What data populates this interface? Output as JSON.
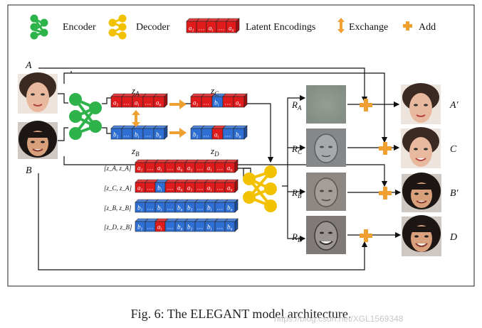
{
  "legend": {
    "encoder": "Encoder",
    "decoder": "Decoder",
    "latent": "Latent Encodings",
    "exchange": "Exchange",
    "add": "Add"
  },
  "inputs": [
    {
      "id": "A",
      "label": "A",
      "kind": "light"
    },
    {
      "id": "B",
      "label": "B",
      "kind": "dark"
    }
  ],
  "latent_pairs": {
    "zA": {
      "label": "z_A",
      "cells": [
        "a1",
        "…",
        "ai",
        "…",
        "an"
      ],
      "color": "red"
    },
    "zB": {
      "label": "z_B",
      "cells": [
        "b1",
        "…",
        "bi",
        "…",
        "bn"
      ],
      "color": "blue"
    },
    "zC": {
      "label": "z_C",
      "cells": [
        "a1",
        "…",
        "bi",
        "…",
        "an"
      ],
      "color": "red",
      "swap_index": 2
    },
    "zD": {
      "label": "z_D",
      "cells": [
        "b1",
        "…",
        "ai",
        "…",
        "bn"
      ],
      "color": "blue",
      "swap_index": 2
    }
  },
  "concat_rows": [
    {
      "label": "[z_A, z_A]",
      "cells": [
        "a1",
        "…",
        "ai",
        "…",
        "an",
        "a1",
        "…",
        "ai",
        "…",
        "an"
      ],
      "color": "red"
    },
    {
      "label": "[z_C, z_A]",
      "cells": [
        "a1",
        "…",
        "bi",
        "…",
        "an",
        "a1",
        "…",
        "ai",
        "…",
        "an"
      ],
      "color": "red",
      "swap_index": 2
    },
    {
      "label": "[z_B, z_B]",
      "cells": [
        "b1",
        "…",
        "bi",
        "…",
        "bn",
        "b1",
        "…",
        "bi",
        "…",
        "bn"
      ],
      "color": "blue"
    },
    {
      "label": "[z_D, z_B]",
      "cells": [
        "b1",
        "…",
        "ai",
        "…",
        "bn",
        "b1",
        "…",
        "bi",
        "…",
        "bn"
      ],
      "color": "blue",
      "swap_index": 2
    }
  ],
  "residuals": [
    {
      "label": "R_A"
    },
    {
      "label": "R_C"
    },
    {
      "label": "R_B"
    },
    {
      "label": "R_D"
    }
  ],
  "outputs": [
    {
      "label": "A′",
      "kind": "light"
    },
    {
      "label": "C",
      "kind": "light"
    },
    {
      "label": "B′",
      "kind": "dark"
    },
    {
      "label": "D",
      "kind": "dark"
    }
  ],
  "caption": "Fig. 6: The ELEGANT model architecture.",
  "watermark": "https://blog.csdn.net/XGL1569348",
  "colors": {
    "encoder": "#2db34a",
    "decoder": "#f2c200",
    "red": "#e01b1b",
    "blue": "#2f6fd4",
    "orange": "#f0a030",
    "border": "#222222"
  }
}
